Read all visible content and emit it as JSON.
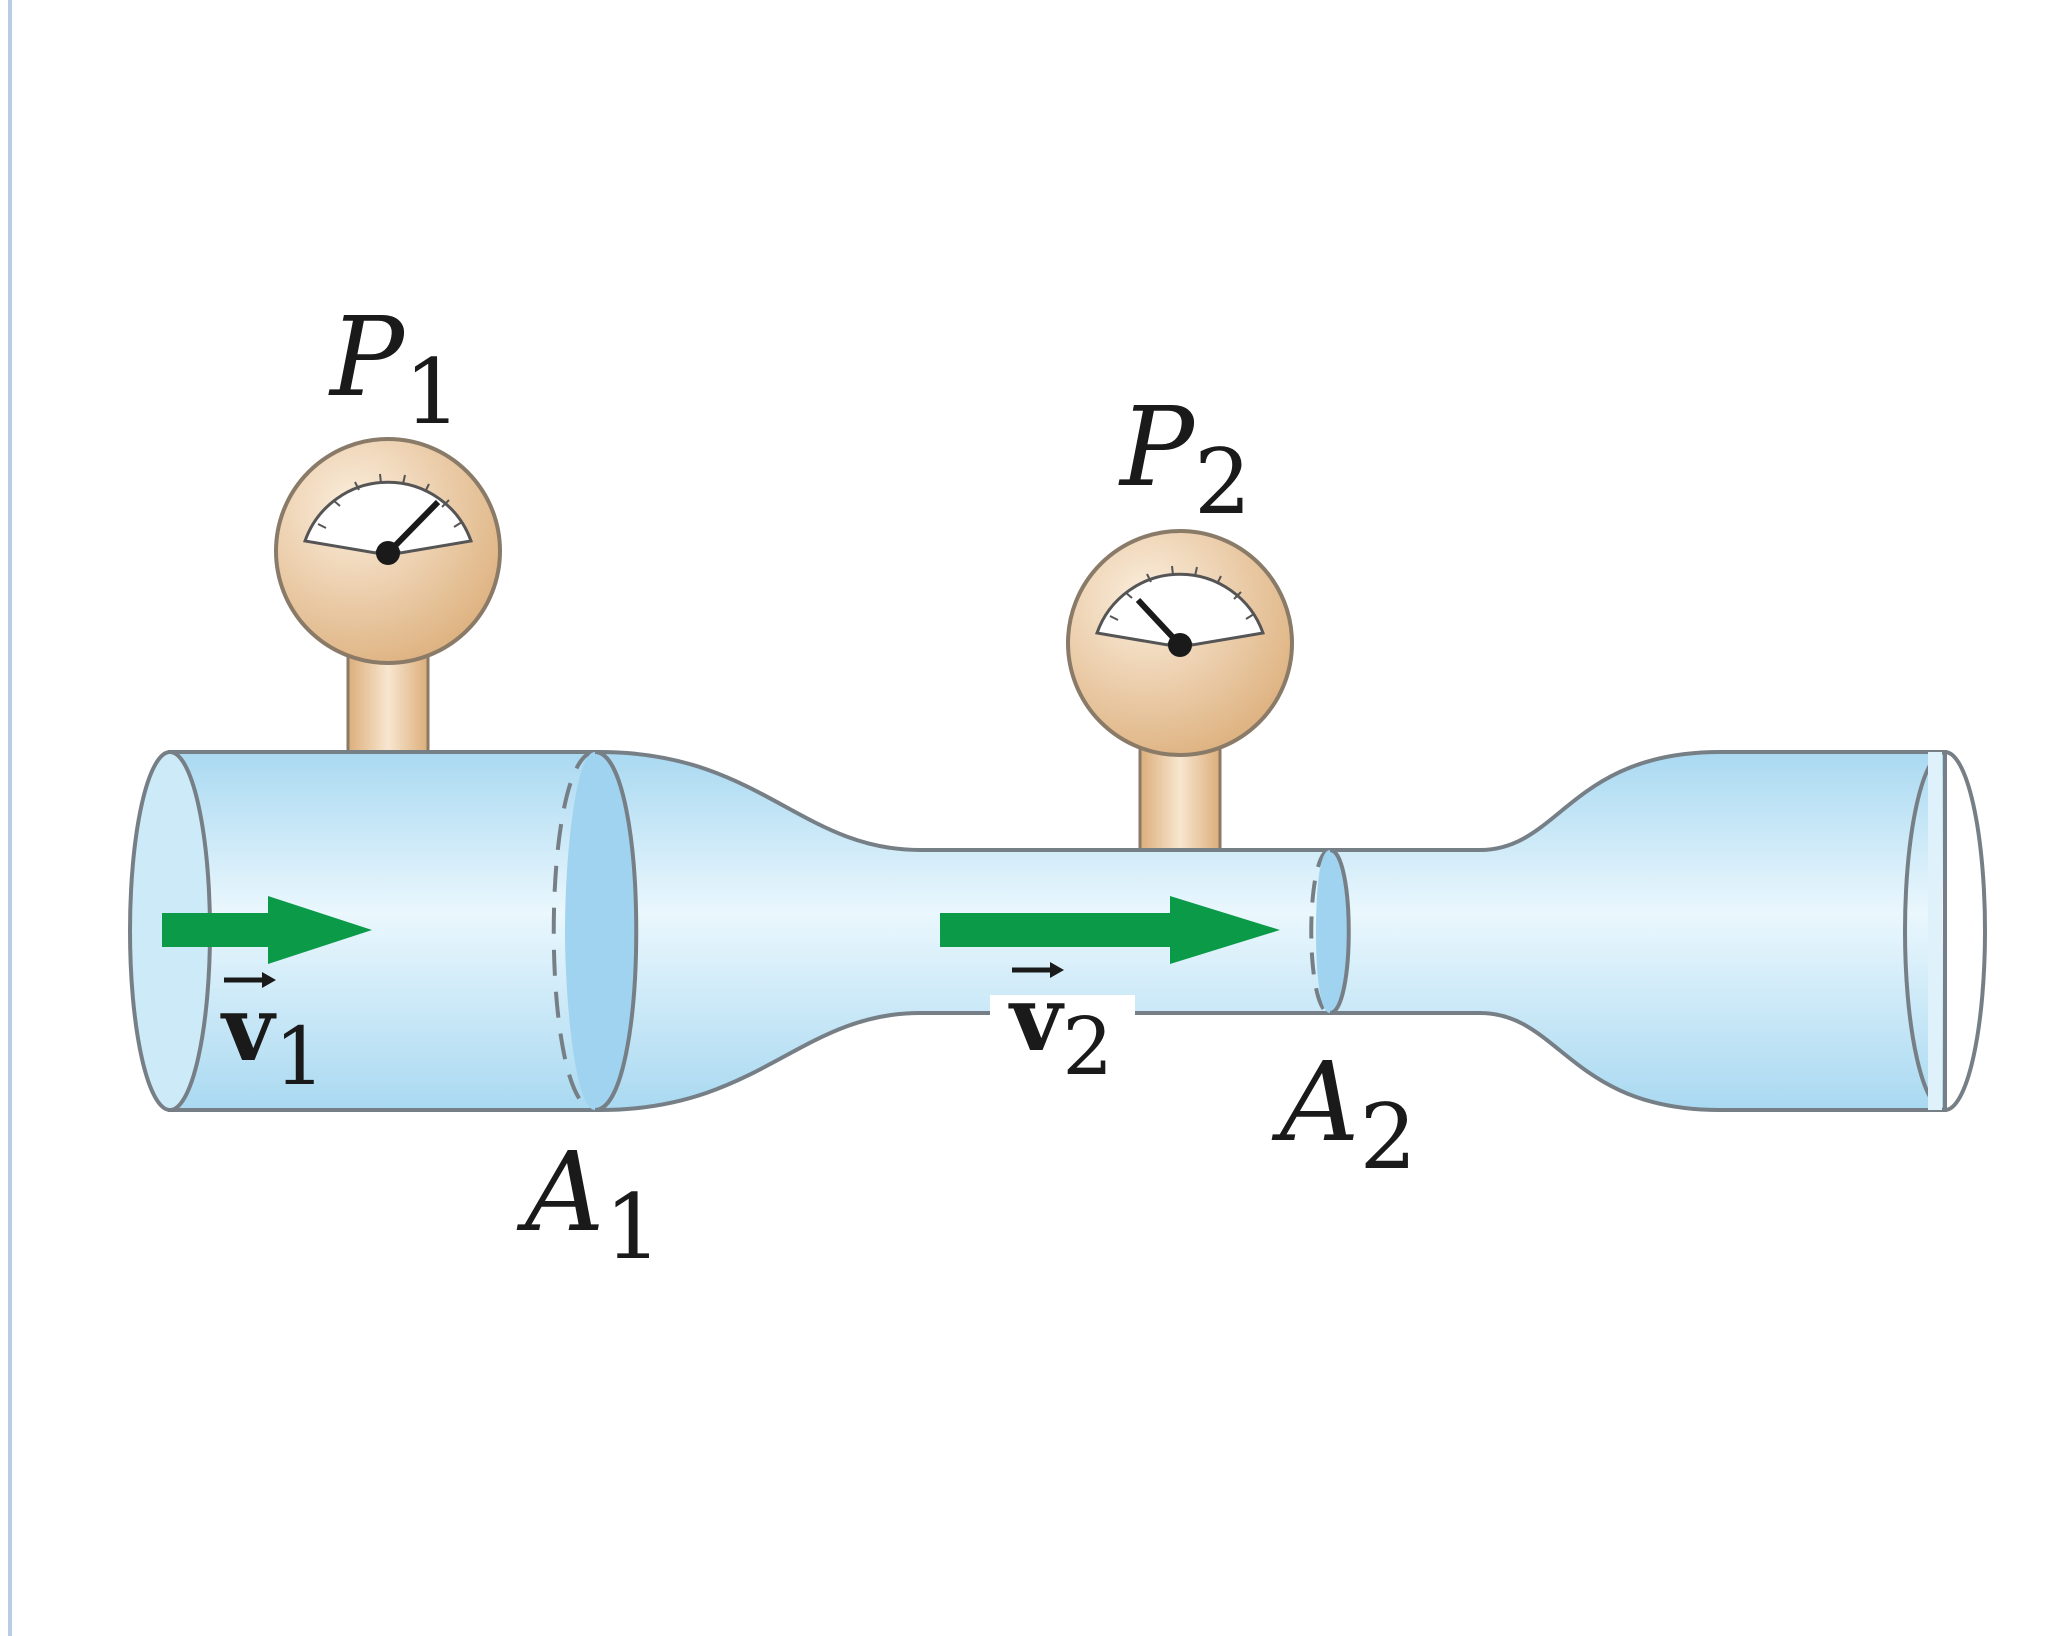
{
  "figure": {
    "gauge_left": {
      "symbol": "P",
      "subscript": "1"
    },
    "gauge_right": {
      "symbol": "P",
      "subscript": "2"
    },
    "velocity_left": {
      "symbol": "v",
      "subscript": "1"
    },
    "velocity_right": {
      "symbol": "v",
      "subscript": "2"
    },
    "area_left": {
      "symbol": "A",
      "subscript": "1"
    },
    "area_right": {
      "symbol": "A",
      "subscript": "2"
    }
  },
  "colors": {
    "fluid": "#bfe3f6",
    "fluid_light": "#e8f6fd",
    "outline": "#777f86",
    "arrow": "#0a9a48",
    "gauge": "#e7c49c",
    "panel_border": "#b8cde3"
  }
}
